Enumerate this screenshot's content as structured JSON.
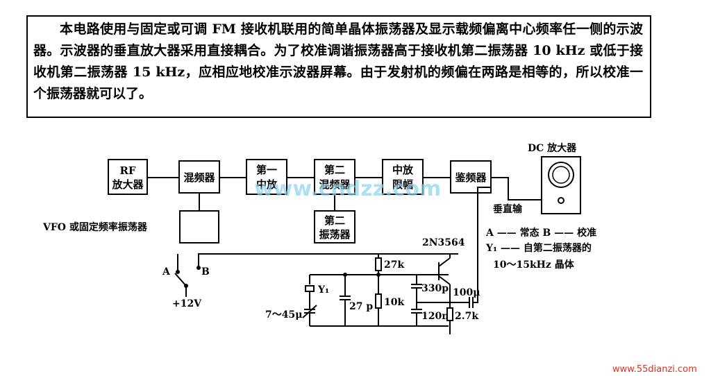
{
  "description": {
    "text": "本电路使用与固定或可调 FM 接收机联用的简单晶体振荡器及显示载频偏离中心频率任一侧的示波器。示波器的垂直放大器采用直接耦合。为了校准调谐振荡器高于接收机第二振荡器 10 kHz 或低于接收机第二振荡器 15 kHz，应相应地校准示波器屏幕。由于发射机的频偏在两路是相等的，所以校准一个振荡器就可以了。"
  },
  "blocks": {
    "rf_amp": [
      "RF",
      "放大器"
    ],
    "mixer": [
      "混频器"
    ],
    "if1": [
      "第一",
      "中放"
    ],
    "mixer2": [
      "第二",
      "混频器"
    ],
    "if_limiter": [
      "中放",
      "限幅"
    ],
    "discriminator": [
      "鉴频器"
    ],
    "osc2": [
      "第二",
      "振荡器"
    ],
    "vfo": "VFO 或固定频率振荡器"
  },
  "scope": {
    "dc_amp": "DC 放大器",
    "vertical_input": "垂直输"
  },
  "components": {
    "transistor": "2N3564",
    "r1": "27k",
    "r2": "10k",
    "r3": "2.7k",
    "c1": "27 p",
    "c2": "330p",
    "c3": "120n",
    "c4": "100μ",
    "trimmer": "7～45μ",
    "crystal": "Y₁",
    "supply": "+12V",
    "switch_a": "A",
    "switch_b": "B"
  },
  "legend": {
    "line1": "A —— 常态  B —— 校准",
    "line2": "Y₁ —— 自第二振荡器的",
    "line3": "10～15kHz 晶体"
  },
  "watermark": {
    "center": "www.cndzz.com",
    "corner": "www.55dianzi.com"
  }
}
